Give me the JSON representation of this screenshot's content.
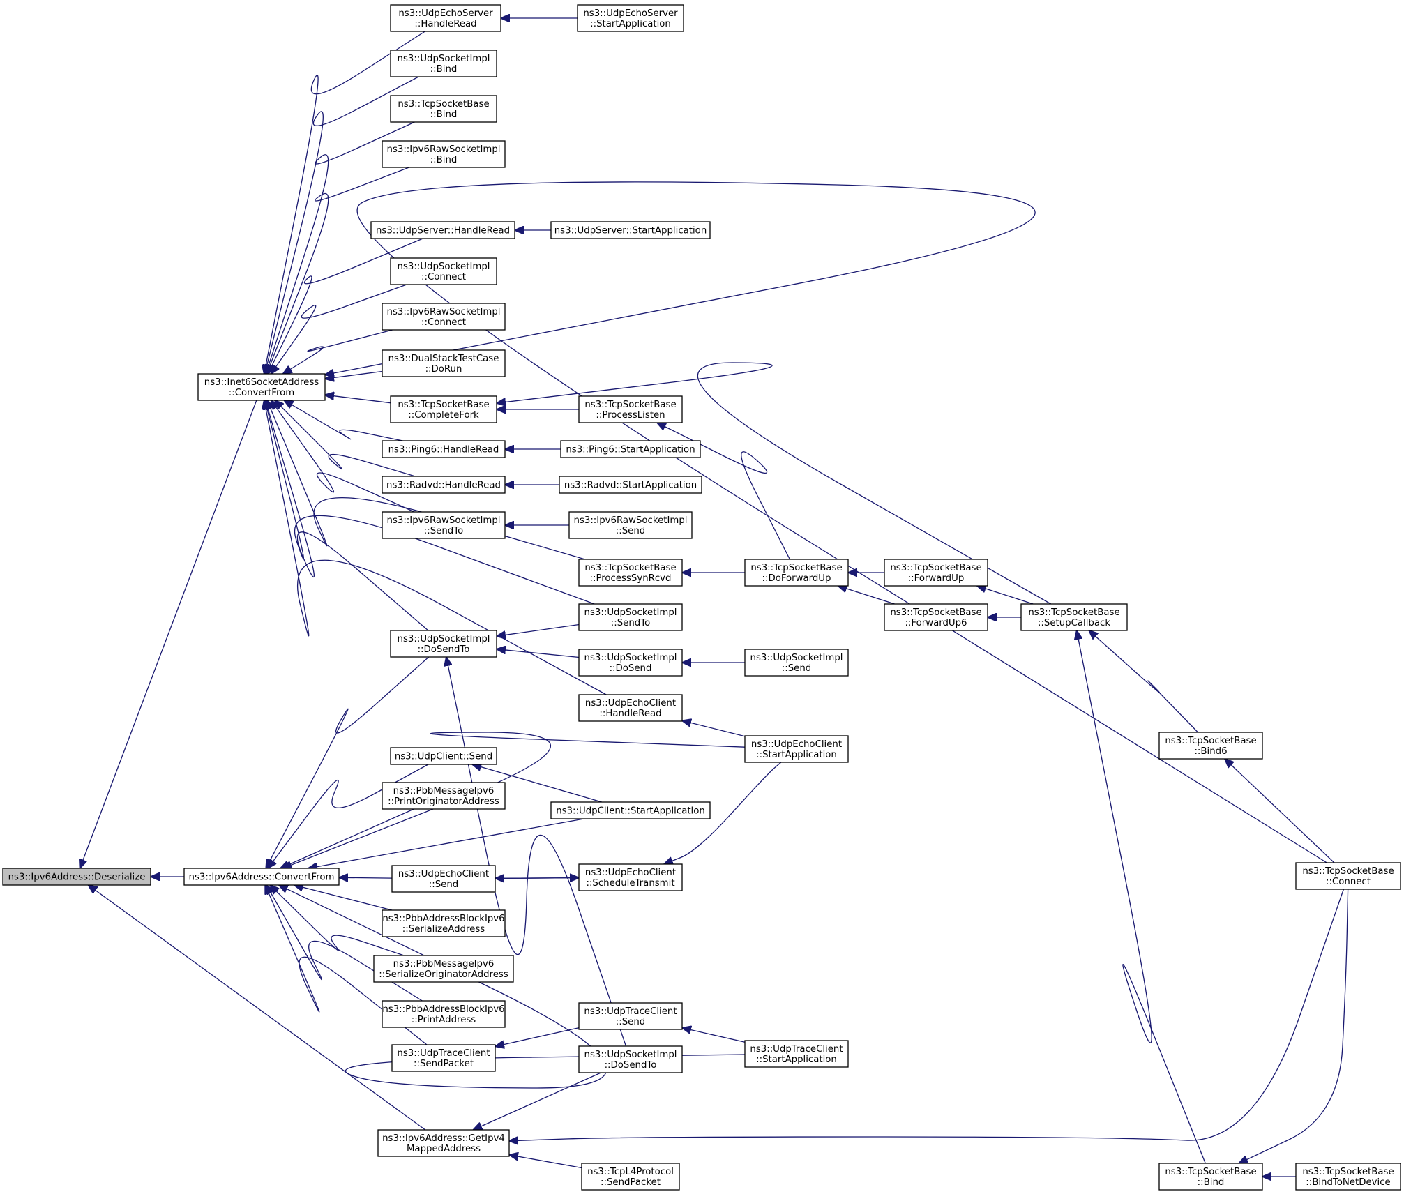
{
  "diagram": {
    "title": "",
    "edge_color": "#191970",
    "root_fill": "#bfbfbf",
    "nodes": [
      {
        "id": "deser",
        "lines": [
          "ns3::Ipv6Address::Deserialize"
        ],
        "root": true
      },
      {
        "id": "i6cf",
        "lines": [
          "ns3::Inet6SocketAddress",
          "::ConvertFrom"
        ]
      },
      {
        "id": "i6acf",
        "lines": [
          "ns3::Ipv6Address::ConvertFrom"
        ]
      },
      {
        "id": "getv4",
        "lines": [
          "ns3::Ipv6Address::GetIpv4",
          "MappedAddress"
        ]
      },
      {
        "id": "uesHR",
        "lines": [
          "ns3::UdpEchoServer",
          "::HandleRead"
        ]
      },
      {
        "id": "usiBind",
        "lines": [
          "ns3::UdpSocketImpl",
          "::Bind"
        ]
      },
      {
        "id": "tsbBind_a",
        "lines": [
          "ns3::TcpSocketBase",
          "::Bind"
        ]
      },
      {
        "id": "i6rBind",
        "lines": [
          "ns3::Ipv6RawSocketImpl",
          "::Bind"
        ]
      },
      {
        "id": "usHR",
        "lines": [
          "ns3::UdpServer::HandleRead"
        ]
      },
      {
        "id": "usiConn",
        "lines": [
          "ns3::UdpSocketImpl",
          "::Connect"
        ]
      },
      {
        "id": "i6rConn",
        "lines": [
          "ns3::Ipv6RawSocketImpl",
          "::Connect"
        ]
      },
      {
        "id": "dstc",
        "lines": [
          "ns3::DualStackTestCase",
          "::DoRun"
        ]
      },
      {
        "id": "tsbCF",
        "lines": [
          "ns3::TcpSocketBase",
          "::CompleteFork"
        ]
      },
      {
        "id": "p6HR",
        "lines": [
          "ns3::Ping6::HandleRead"
        ]
      },
      {
        "id": "rvHR",
        "lines": [
          "ns3::Radvd::HandleRead"
        ]
      },
      {
        "id": "i6rST",
        "lines": [
          "ns3::Ipv6RawSocketImpl",
          "::SendTo"
        ]
      },
      {
        "id": "usiDST1",
        "lines": [
          "ns3::UdpSocketImpl",
          "::DoSendTo"
        ]
      },
      {
        "id": "ucSend",
        "lines": [
          "ns3::UdpClient::Send"
        ]
      },
      {
        "id": "pmPOA",
        "lines": [
          "ns3::PbbMessageIpv6",
          "::PrintOriginatorAddress"
        ]
      },
      {
        "id": "uecSend",
        "lines": [
          "ns3::UdpEchoClient",
          "::Send"
        ]
      },
      {
        "id": "pabSA",
        "lines": [
          "ns3::PbbAddressBlockIpv6",
          "::SerializeAddress"
        ]
      },
      {
        "id": "pmSOA",
        "lines": [
          "ns3::PbbMessageIpv6",
          "::SerializeOriginatorAddress"
        ]
      },
      {
        "id": "pabPA",
        "lines": [
          "ns3::PbbAddressBlockIpv6",
          "::PrintAddress"
        ]
      },
      {
        "id": "utcSP",
        "lines": [
          "ns3::UdpTraceClient",
          "::SendPacket"
        ]
      },
      {
        "id": "uesSA",
        "lines": [
          "ns3::UdpEchoServer",
          "::StartApplication"
        ]
      },
      {
        "id": "usSA",
        "lines": [
          "ns3::UdpServer::StartApplication"
        ]
      },
      {
        "id": "tsbPL",
        "lines": [
          "ns3::TcpSocketBase",
          "::ProcessListen"
        ]
      },
      {
        "id": "p6SA",
        "lines": [
          "ns3::Ping6::StartApplication"
        ]
      },
      {
        "id": "rvSA",
        "lines": [
          "ns3::Radvd::StartApplication"
        ]
      },
      {
        "id": "i6rSend",
        "lines": [
          "ns3::Ipv6RawSocketImpl",
          "::Send"
        ]
      },
      {
        "id": "tsbPSR",
        "lines": [
          "ns3::TcpSocketBase",
          "::ProcessSynRcvd"
        ]
      },
      {
        "id": "usiST",
        "lines": [
          "ns3::UdpSocketImpl",
          "::SendTo"
        ]
      },
      {
        "id": "usiDS",
        "lines": [
          "ns3::UdpSocketImpl",
          "::DoSend"
        ]
      },
      {
        "id": "uecHR",
        "lines": [
          "ns3::UdpEchoClient",
          "::HandleRead"
        ]
      },
      {
        "id": "ucSA",
        "lines": [
          "ns3::UdpClient::StartApplication"
        ]
      },
      {
        "id": "uecSchT",
        "lines": [
          "ns3::UdpEchoClient",
          "::ScheduleTransmit"
        ]
      },
      {
        "id": "utcSend",
        "lines": [
          "ns3::UdpTraceClient",
          "::Send"
        ]
      },
      {
        "id": "usiDST2",
        "lines": [
          "ns3::UdpSocketImpl",
          "::DoSendTo"
        ]
      },
      {
        "id": "tl4SP",
        "lines": [
          "ns3::TcpL4Protocol",
          "::SendPacket"
        ]
      },
      {
        "id": "tsbDFU",
        "lines": [
          "ns3::TcpSocketBase",
          "::DoForwardUp"
        ]
      },
      {
        "id": "usiSend",
        "lines": [
          "ns3::UdpSocketImpl",
          "::Send"
        ]
      },
      {
        "id": "uecSA",
        "lines": [
          "ns3::UdpEchoClient",
          "::StartApplication"
        ]
      },
      {
        "id": "utcSA",
        "lines": [
          "ns3::UdpTraceClient",
          "::StartApplication"
        ]
      },
      {
        "id": "tsbFU",
        "lines": [
          "ns3::TcpSocketBase",
          "::ForwardUp"
        ]
      },
      {
        "id": "tsbFU6",
        "lines": [
          "ns3::TcpSocketBase",
          "::ForwardUp6"
        ]
      },
      {
        "id": "tsbSC",
        "lines": [
          "ns3::TcpSocketBase",
          "::SetupCallback"
        ]
      },
      {
        "id": "tsbBind6",
        "lines": [
          "ns3::TcpSocketBase",
          "::Bind6"
        ]
      },
      {
        "id": "tsbConn",
        "lines": [
          "ns3::TcpSocketBase",
          "::Connect"
        ]
      },
      {
        "id": "tsbBind_b",
        "lines": [
          "ns3::TcpSocketBase",
          "::Bind"
        ]
      },
      {
        "id": "tsbBTND",
        "lines": [
          "ns3::TcpSocketBase",
          "::BindToNetDevice"
        ]
      }
    ]
  }
}
